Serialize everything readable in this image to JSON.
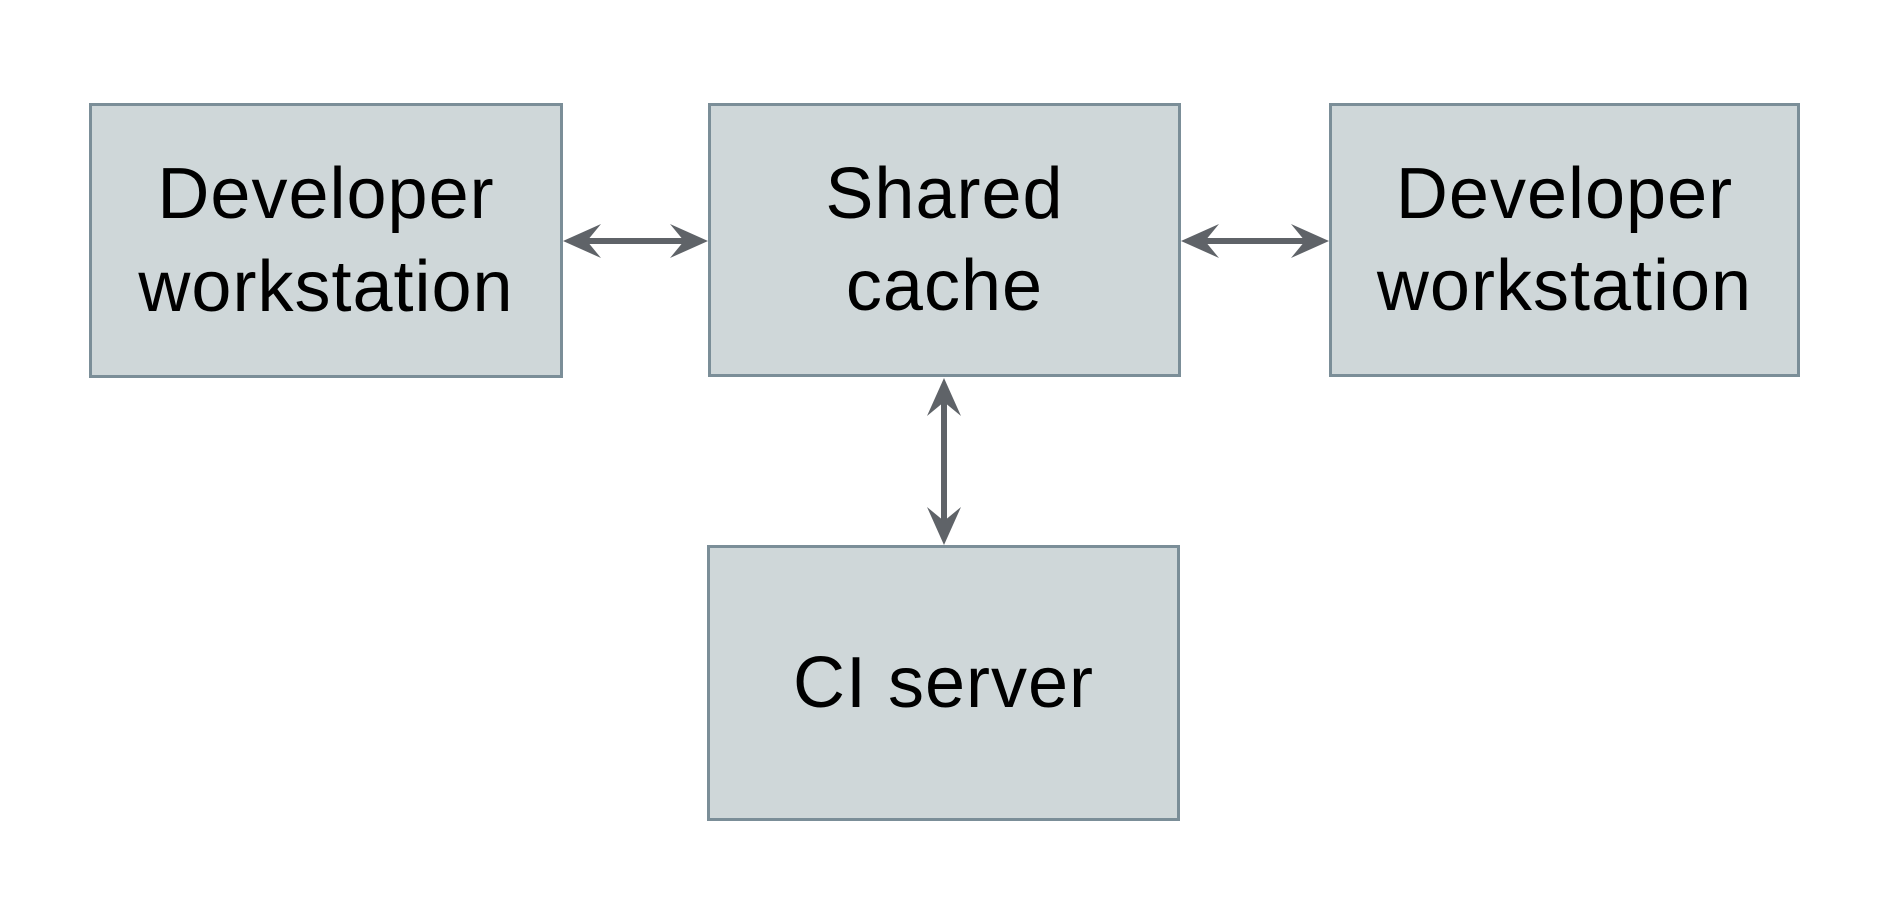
{
  "diagram": {
    "title": "",
    "colors": {
      "background": "#ffffff",
      "node_fill": "#cfd7d9",
      "node_border": "#7b8e98",
      "arrow": "#5f6368",
      "text": "#000000"
    },
    "nodes": [
      {
        "id": "developer-workstation-left",
        "label": "Developer workstation",
        "line1": "Developer",
        "line2": "workstation"
      },
      {
        "id": "shared-cache",
        "label": "Shared cache",
        "line1": "Shared",
        "line2": "cache"
      },
      {
        "id": "developer-workstation-right",
        "label": "Developer workstation",
        "line1": "Developer",
        "line2": "workstation"
      },
      {
        "id": "ci-server",
        "label": "CI server",
        "line1": "CI server"
      }
    ],
    "edges": [
      {
        "from": "developer-workstation-left",
        "to": "shared-cache",
        "type": "bidirectional",
        "orientation": "horizontal"
      },
      {
        "from": "shared-cache",
        "to": "developer-workstation-right",
        "type": "bidirectional",
        "orientation": "horizontal"
      },
      {
        "from": "shared-cache",
        "to": "ci-server",
        "type": "bidirectional",
        "orientation": "vertical"
      }
    ]
  }
}
